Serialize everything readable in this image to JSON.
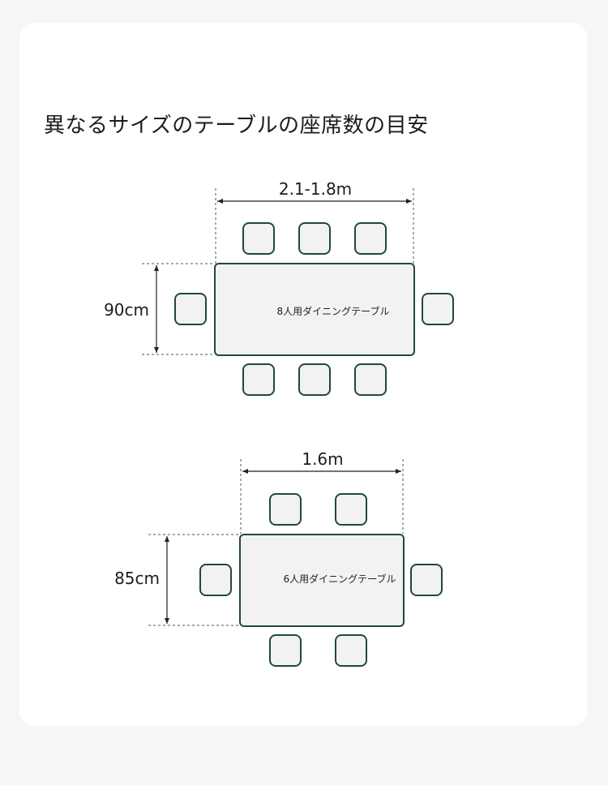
{
  "title": "異なるサイズのテーブルの座席数の目安",
  "colors": {
    "outline": "#1f4a36",
    "table_fill": "#f2f2f2",
    "chair_fill": "#f2f2f2",
    "line": "#222222"
  },
  "layouts": [
    {
      "table_label": "8人用ダイニングテーブル",
      "width_label": "2.1-1.8m",
      "depth_label": "90cm",
      "seats": 8
    },
    {
      "table_label": "6人用ダイニングテーブル",
      "width_label": "1.6m",
      "depth_label": "85cm",
      "seats": 6
    }
  ]
}
